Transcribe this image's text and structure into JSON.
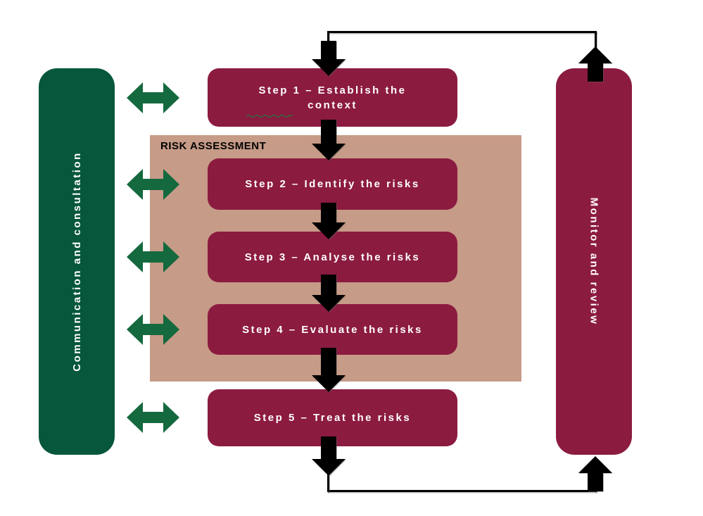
{
  "diagram": {
    "left_bar": {
      "label": "Communication and consultation"
    },
    "right_bar": {
      "label": "Monitor and review"
    },
    "assessment_box": {
      "label": "RISK ASSESSMENT"
    },
    "steps": [
      {
        "label": "Step 1 – Establish the context"
      },
      {
        "label": "Step 2 – Identify the risks"
      },
      {
        "label": "Step 3 – Analyse the risks"
      },
      {
        "label": "Step 4 – Evaluate the risks"
      },
      {
        "label": "Step 5 – Treat the risks"
      }
    ],
    "icons": {
      "flow_arrow": "black-down-block-arrow",
      "feedback_arrow": "black-up-block-arrow",
      "exchange_arrow": "green-double-headed-arrow"
    },
    "colors": {
      "step_maroon": "#8C1B40",
      "sidebar_green": "#06573B",
      "exchange_arrow_green": "#15693F",
      "assessment_tan": "#C69B87",
      "connector_black": "#000000",
      "step_text": "#FFFFFF",
      "assessment_text": "#000000"
    }
  }
}
